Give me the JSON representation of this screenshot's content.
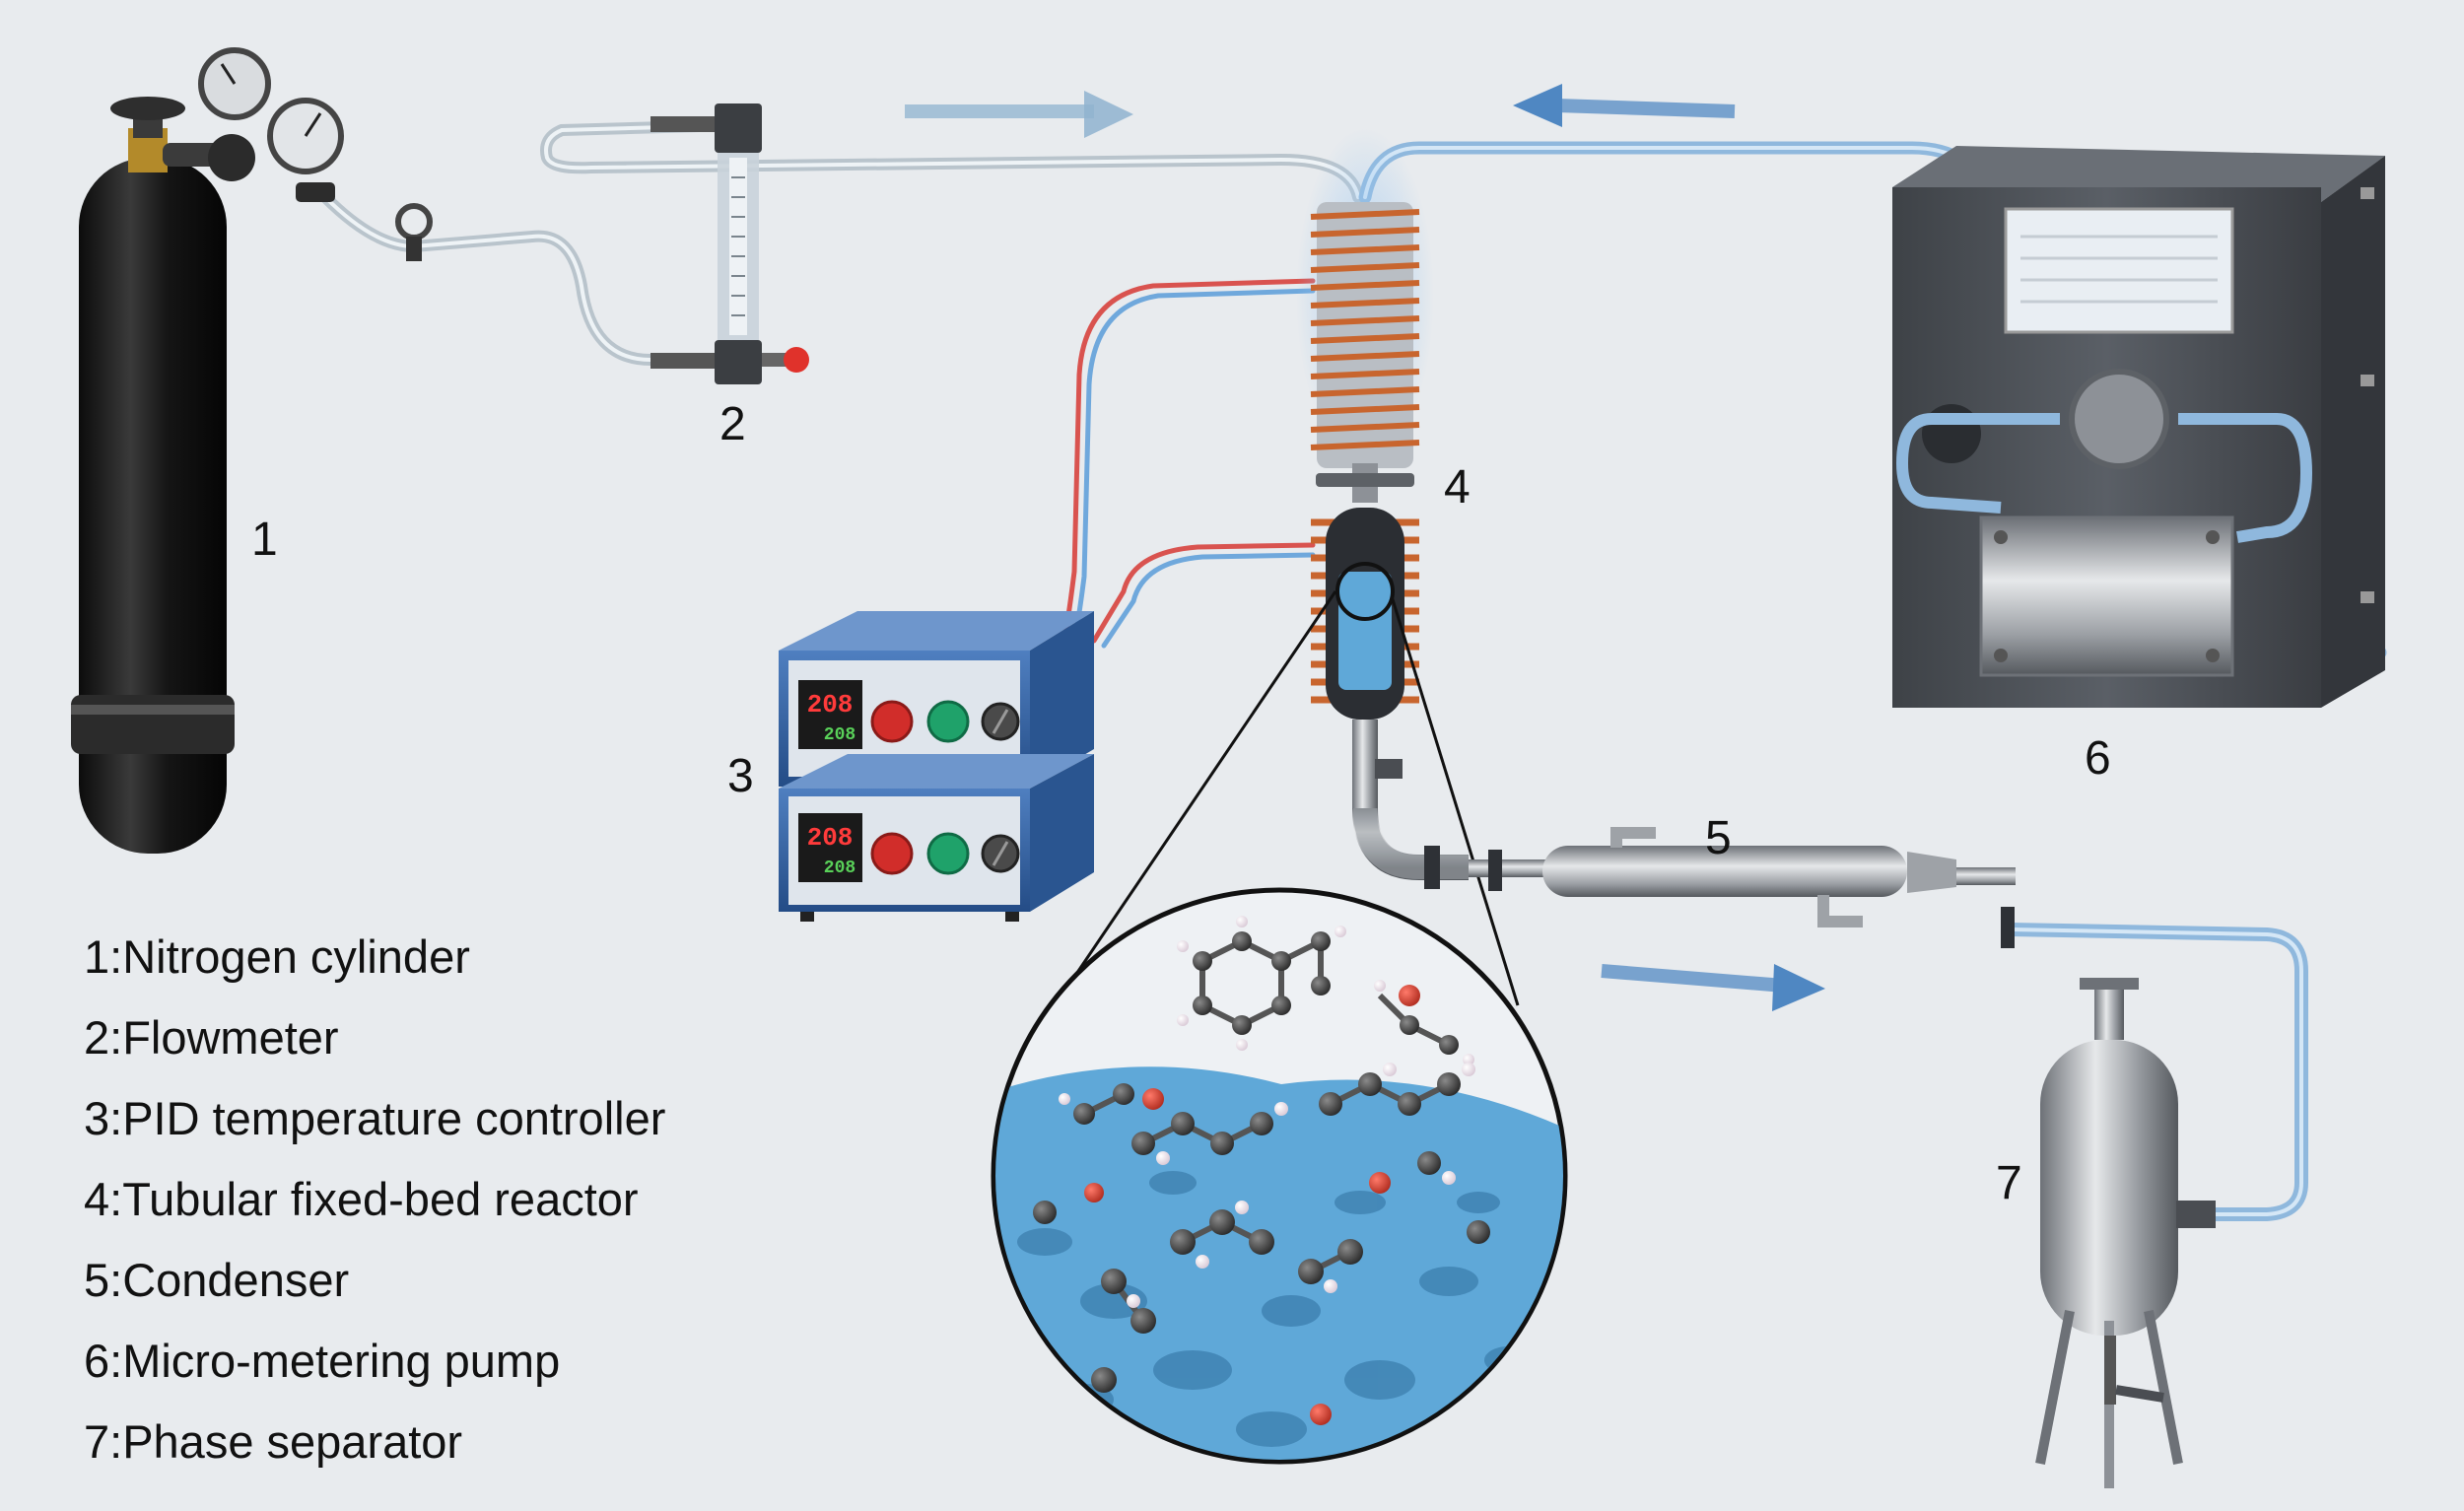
{
  "labels": {
    "n1": "1",
    "n2": "2",
    "n3": "3",
    "n4": "4",
    "n5": "5",
    "n6": "6",
    "n7": "7"
  },
  "legend": [
    "1:Nitrogen cylinder",
    "2:Flowmeter",
    "3:PID temperature controller",
    "4:Tubular fixed-bed reactor",
    "5:Condenser",
    "6:Micro-metering pump",
    "7:Phase separator"
  ],
  "display": {
    "pid_red_reading": "208",
    "pid_green_reading": "208"
  },
  "colors": {
    "background": "#e8ebee",
    "tube_blue": "#8fb8dd",
    "wire_red": "#d9534f",
    "wire_blue": "#6fa8dc",
    "heater_copper": "#c8652e",
    "catalyst_blue": "#5fa8d8",
    "controller_blue": "#2f5f9e",
    "pump_gray": "#4b4f55"
  }
}
